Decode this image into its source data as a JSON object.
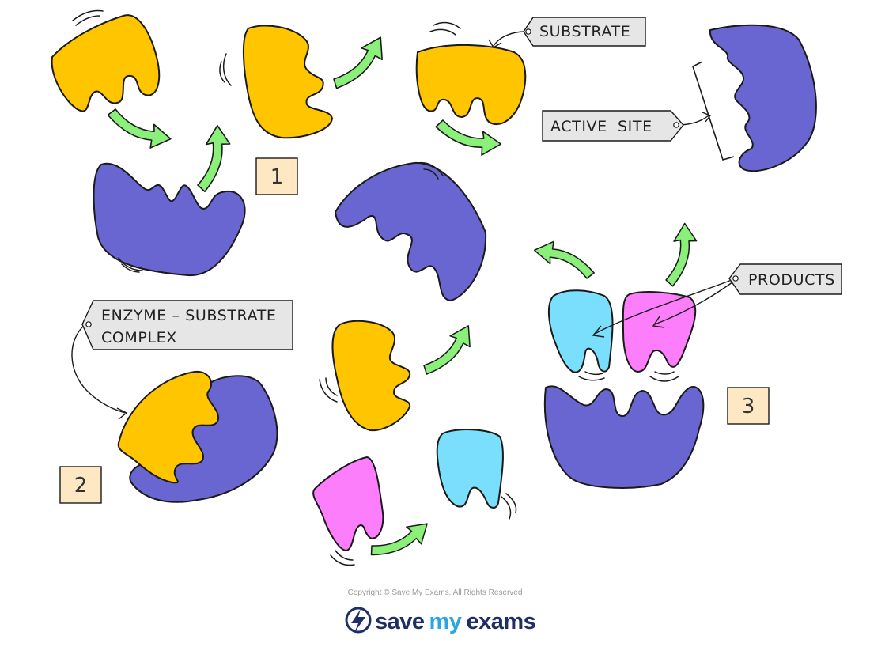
{
  "labels": {
    "substrate": "SUBSTRATE",
    "active_site": "ACTIVE  SITE",
    "products": "PRODUCTS",
    "complex_line1": "ENZYME – SUBSTRATE",
    "complex_line2": "COMPLEX"
  },
  "steps": [
    "1",
    "2",
    "3"
  ],
  "footer": {
    "copyright": "Copyright © Save My Exams. All Rights Reserved",
    "brand_part1": "save",
    "brand_part2": "my",
    "brand_part3": "exams"
  },
  "colors": {
    "enzyme": "#6a66d1",
    "substrate": "#ffc600",
    "product_blue": "#79dffc",
    "product_pink": "#fd7efb",
    "arrow": "#8af07a",
    "step_box": "#fde8c3",
    "tag": "#e6e6e6"
  }
}
